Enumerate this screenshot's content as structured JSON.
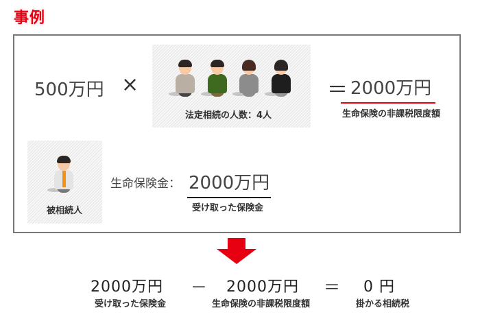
{
  "title": "事例",
  "formula_top": {
    "amount": "500万円",
    "times": "×",
    "heirs_label": "法定相続の人数：4人",
    "equals": "＝",
    "result": "2000万円",
    "result_label": "生命保険の非課税限度額"
  },
  "people": [
    {
      "name": "heir-1",
      "suit": "#b9b0a3",
      "tie": "#2e6b2a"
    },
    {
      "name": "heir-2",
      "suit": "#3d6a1f",
      "tie": "#222"
    },
    {
      "name": "heir-3",
      "suit": "#8c8c8c",
      "tie": "#fff"
    },
    {
      "name": "heir-4",
      "suit": "#1e1e1e",
      "tie": "#1e1e1e"
    }
  ],
  "deceased": {
    "label": "被相続人"
  },
  "insurance": {
    "label": "生命保険金：",
    "amount": "2000万円",
    "sublabel": "受け取った保険金"
  },
  "arrow": {
    "color": "#e60012"
  },
  "formula_bottom": {
    "term1": "2000万円",
    "term1_label": "受け取った保険金",
    "minus": "－",
    "term2": "2000万円",
    "term2_label": "生命保険の非課税限度額",
    "equals": "＝",
    "result": "0 円",
    "result_label": "掛かる相続税"
  },
  "colors": {
    "accent": "#e60012",
    "border": "#777777"
  }
}
